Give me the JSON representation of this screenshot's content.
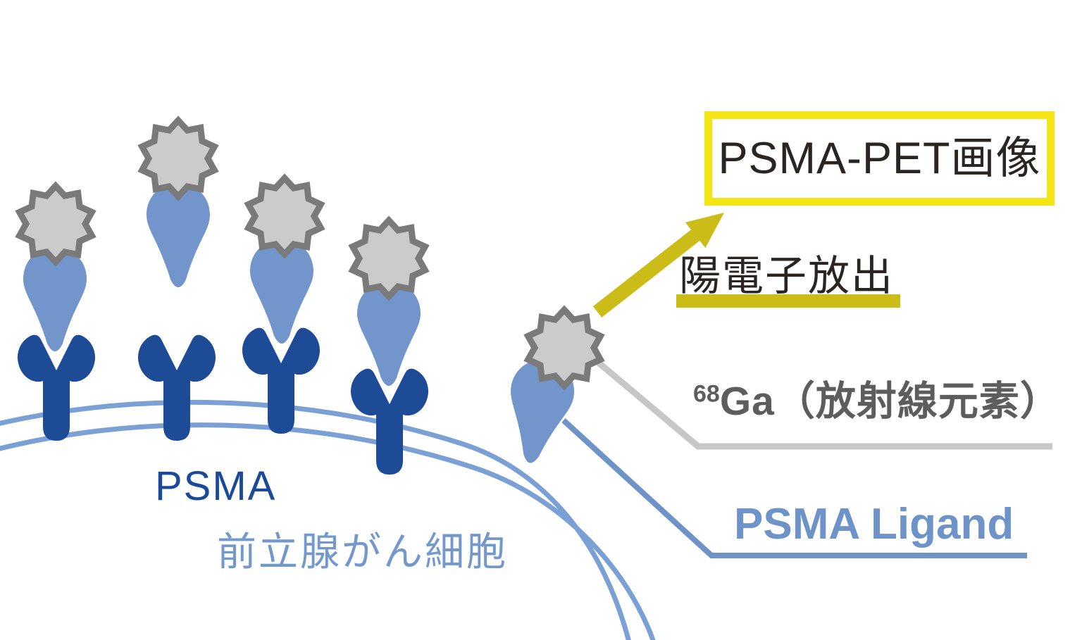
{
  "diagram": {
    "pet_image_box": "PSMA-PET画像",
    "positron_emission": "陽電子放出",
    "isotope": {
      "sup": "68",
      "name": "Ga（放射線元素）"
    },
    "ligand_label": "PSMA Ligand",
    "receptor_label": "PSMA",
    "cell_label": "前立腺がん細胞"
  },
  "colors": {
    "ligand_blue": "#7295CB",
    "receptor_blue": "#1E4B96",
    "membrane_blue": "#7AA0D6",
    "isotope_gray_fill": "#CBCBCB",
    "isotope_gray_stroke": "#7A7A7A",
    "callout_gray": "#C7C7C7",
    "callout_blue": "#6E93C9",
    "box_yellow": "#F3E513",
    "arrow_yellow": "#CBBC18",
    "text_dark": "#2B2522",
    "text_gray": "#5D5D5D",
    "label_blue_dark": "#1C4A9A",
    "label_blue_light": "#6E93C9"
  },
  "icons": {
    "isotope": "ga68-isotope-star-icon",
    "ligand": "ligand-drop-icon",
    "receptor": "psma-receptor-icon",
    "arrow": "positron-emission-arrow-icon"
  }
}
